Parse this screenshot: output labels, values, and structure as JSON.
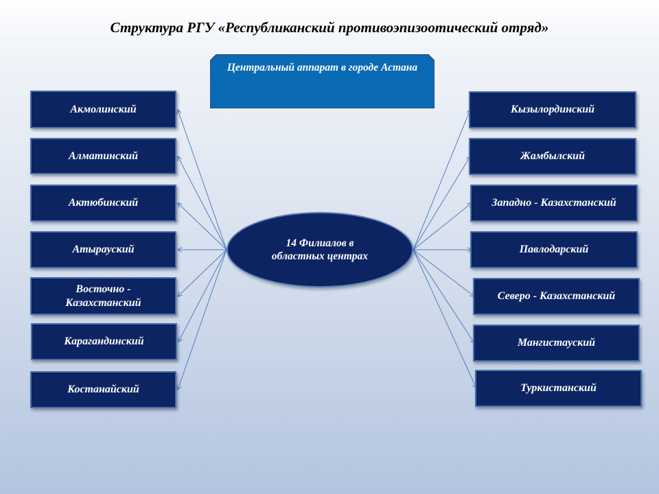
{
  "title": "Структура  РГУ «Республиканский противоэпизоотический отряд»",
  "central": "Центральный аппарат в городе Астана",
  "hub": "14 Филиалов в областных центрах",
  "left": [
    "Акмолинский",
    "Алматинский",
    "Актюбинский",
    "Атырауский",
    "Восточно - Казахстанский",
    "Карагандинский",
    "Костанайский"
  ],
  "right": [
    "Кызылординский",
    "Жамбылский",
    "Западно - Казахстанский",
    "Павлодарский",
    "Северо - Казахстанский",
    "Мангистауский",
    "Туркистанский"
  ],
  "colors": {
    "box_fill": "#0c2461",
    "central_fill": "#0a6ab4",
    "line": "#4f7fc0"
  }
}
